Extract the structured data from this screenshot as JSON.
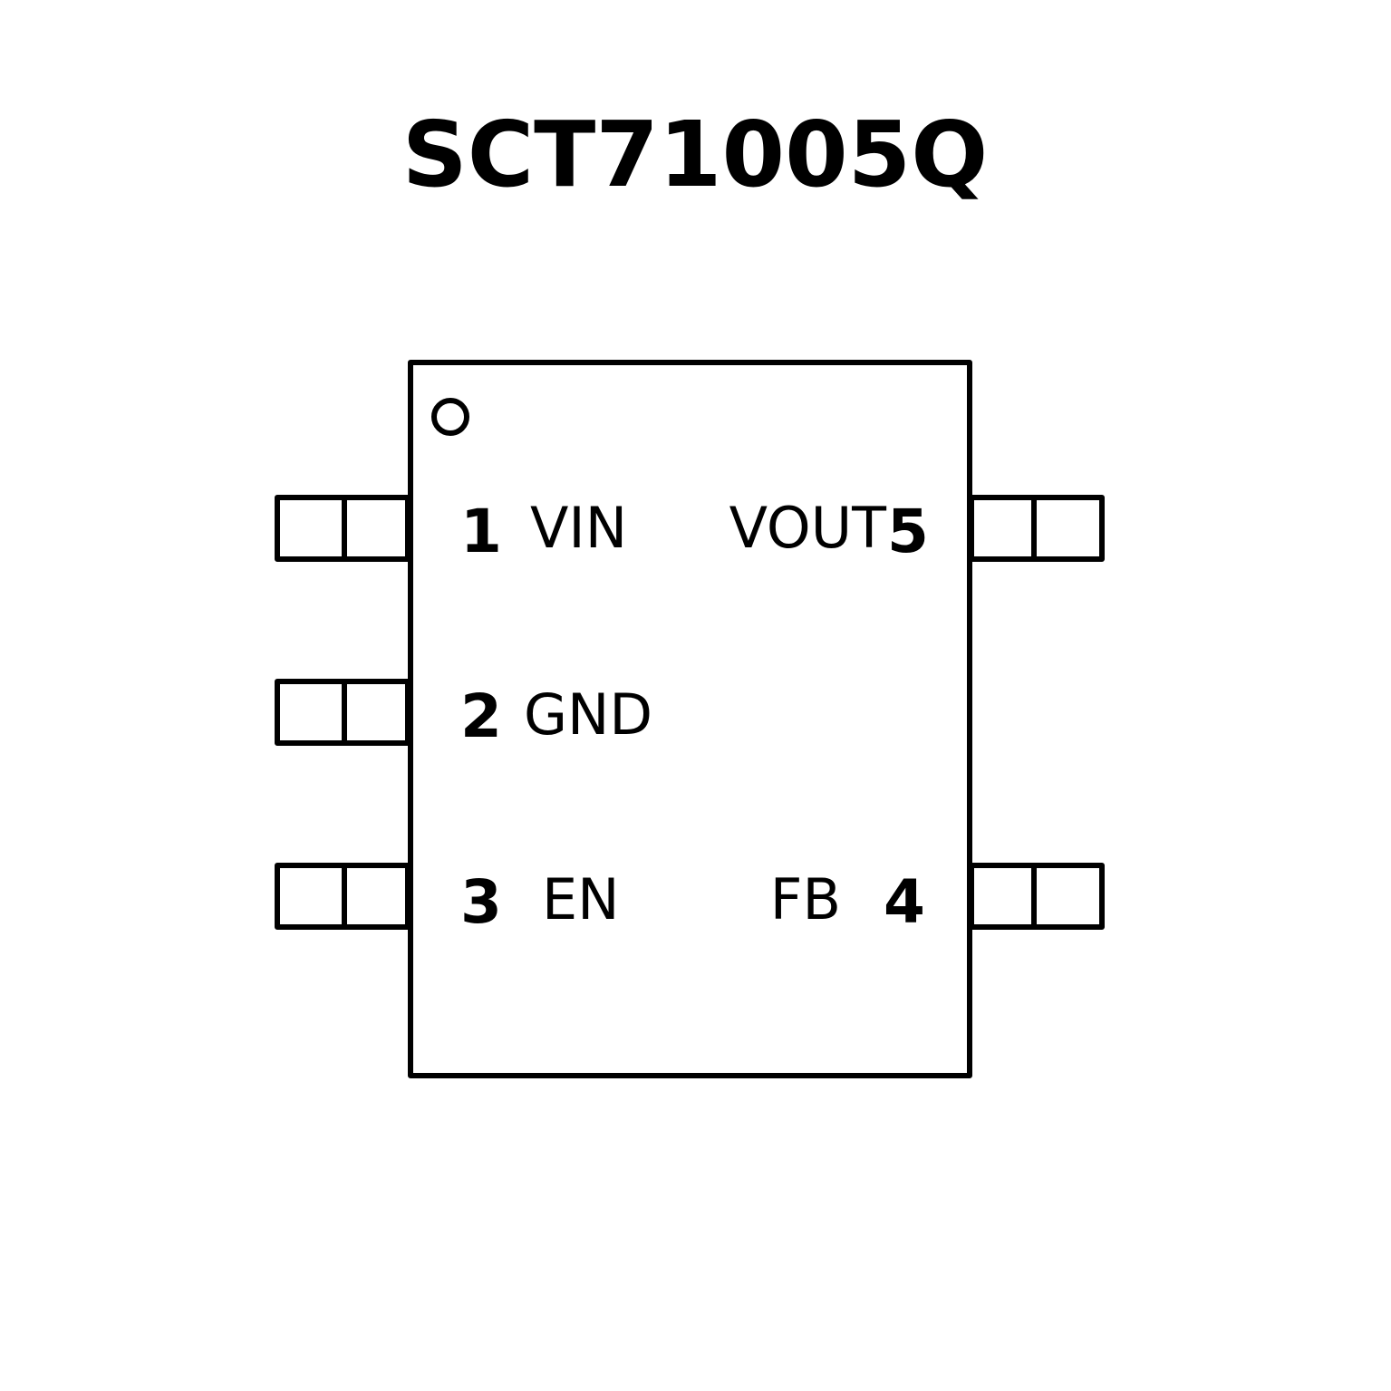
{
  "title": "SCT71005Q",
  "pins": [
    {
      "number": "1",
      "name": "VIN"
    },
    {
      "number": "2",
      "name": "GND"
    },
    {
      "number": "3",
      "name": "EN"
    },
    {
      "number": "4",
      "name": "FB"
    },
    {
      "number": "5",
      "name": "VOUT"
    }
  ],
  "colors": {
    "stroke": "#000000",
    "background": "#ffffff"
  }
}
